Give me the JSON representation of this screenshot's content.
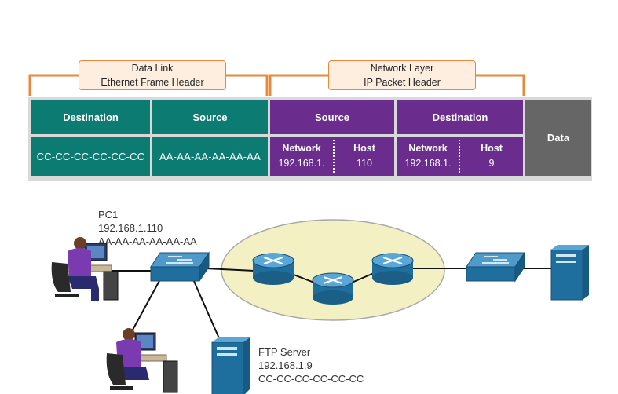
{
  "headers": {
    "data_link": {
      "line1": "Data Link",
      "line2": "Ethernet Frame Header"
    },
    "network_layer": {
      "line1": "Network Layer",
      "line2": "IP Packet Header"
    }
  },
  "frame": {
    "eth_dest": {
      "title": "Destination",
      "value": "CC-CC-CC-CC-CC-CC"
    },
    "eth_src": {
      "title": "Source",
      "value": "AA-AA-AA-AA-AA-AA"
    },
    "ip_src": {
      "title": "Source",
      "network_label": "Network",
      "network_value": "192.168.1.",
      "host_label": "Host",
      "host_value": "110"
    },
    "ip_dest": {
      "title": "Destination",
      "network_label": "Network",
      "network_value": "192.168.1.",
      "host_label": "Host",
      "host_value": "9"
    },
    "data": {
      "title": "Data"
    }
  },
  "pc1": {
    "name": "PC1",
    "ip": "192.168.1.110",
    "mac": "AA-AA-AA-AA-AA-AA"
  },
  "ftp": {
    "name": "FTP Server",
    "ip": "192.168.1.9",
    "mac": "CC-CC-CC-CC-CC-CC"
  },
  "colors": {
    "teal": "#0c7b72",
    "purple": "#6a2d8e",
    "gray": "#666666",
    "orange": "#e8893a",
    "device_blue": "#1f6f9e",
    "cloud": "#f3f0c4"
  },
  "icons": [
    "pc-user-icon",
    "switch-icon",
    "router-icon",
    "server-icon"
  ]
}
